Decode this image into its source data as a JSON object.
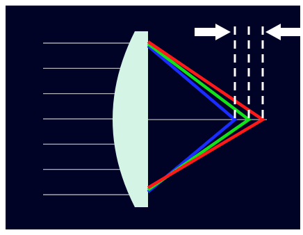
{
  "colors": {
    "background": "#000326",
    "page": "#ffffff",
    "lens": "#d4f5e6",
    "incoming_rays": "#c8c8c8",
    "optical_axis": "#b4b4b4",
    "focal_markers": "#ffffff",
    "blue": "#1a2cff",
    "green": "#12e21a",
    "red": "#ff1a1a"
  },
  "incoming_ray_count": 7,
  "wavelength_rays": [
    {
      "color": "blue",
      "focus_order": 1
    },
    {
      "color": "green",
      "focus_order": 2
    },
    {
      "color": "red",
      "focus_order": 3
    }
  ],
  "focal_markers": {
    "count": 3,
    "style": "dashed",
    "arrows": [
      "right-pointing",
      "left-pointing"
    ]
  },
  "icons": {
    "left_arrow": "arrow-right-icon",
    "right_arrow": "arrow-left-icon"
  }
}
